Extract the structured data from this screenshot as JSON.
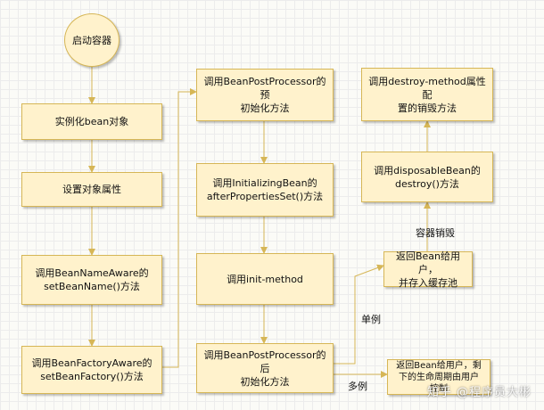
{
  "diagram": {
    "start": "启动容器",
    "instantiate": "实例化bean对象",
    "set_props": "设置对象属性",
    "bean_name_aware": "调用BeanNameAware的\nsetBeanName()方法",
    "bean_factory_aware": "调用BeanFactoryAware的\nsetBeanFactory()方法",
    "post_before": "调用BeanPostProcessor的预\n初始化方法",
    "initializing_bean": "调用InitializingBean的\nafterPropertiesSet()方法",
    "init_method": "调用init-method",
    "post_after": "调用BeanPostProcessor的后\n初始化方法",
    "return_cache": "返回Bean给用户，\n并存入缓存池",
    "return_user": "返回Bean给用户，剩\n下的生命周期由用户\n控制",
    "disposable": "调用disposableBean的\ndestroy()方法",
    "destroy_method": "调用destroy-method属性配\n置的销毁方法",
    "label_singleton": "单例",
    "label_prototype": "多例",
    "label_destroy": "容器销毁"
  },
  "watermark": "知乎 @程序员大彬"
}
